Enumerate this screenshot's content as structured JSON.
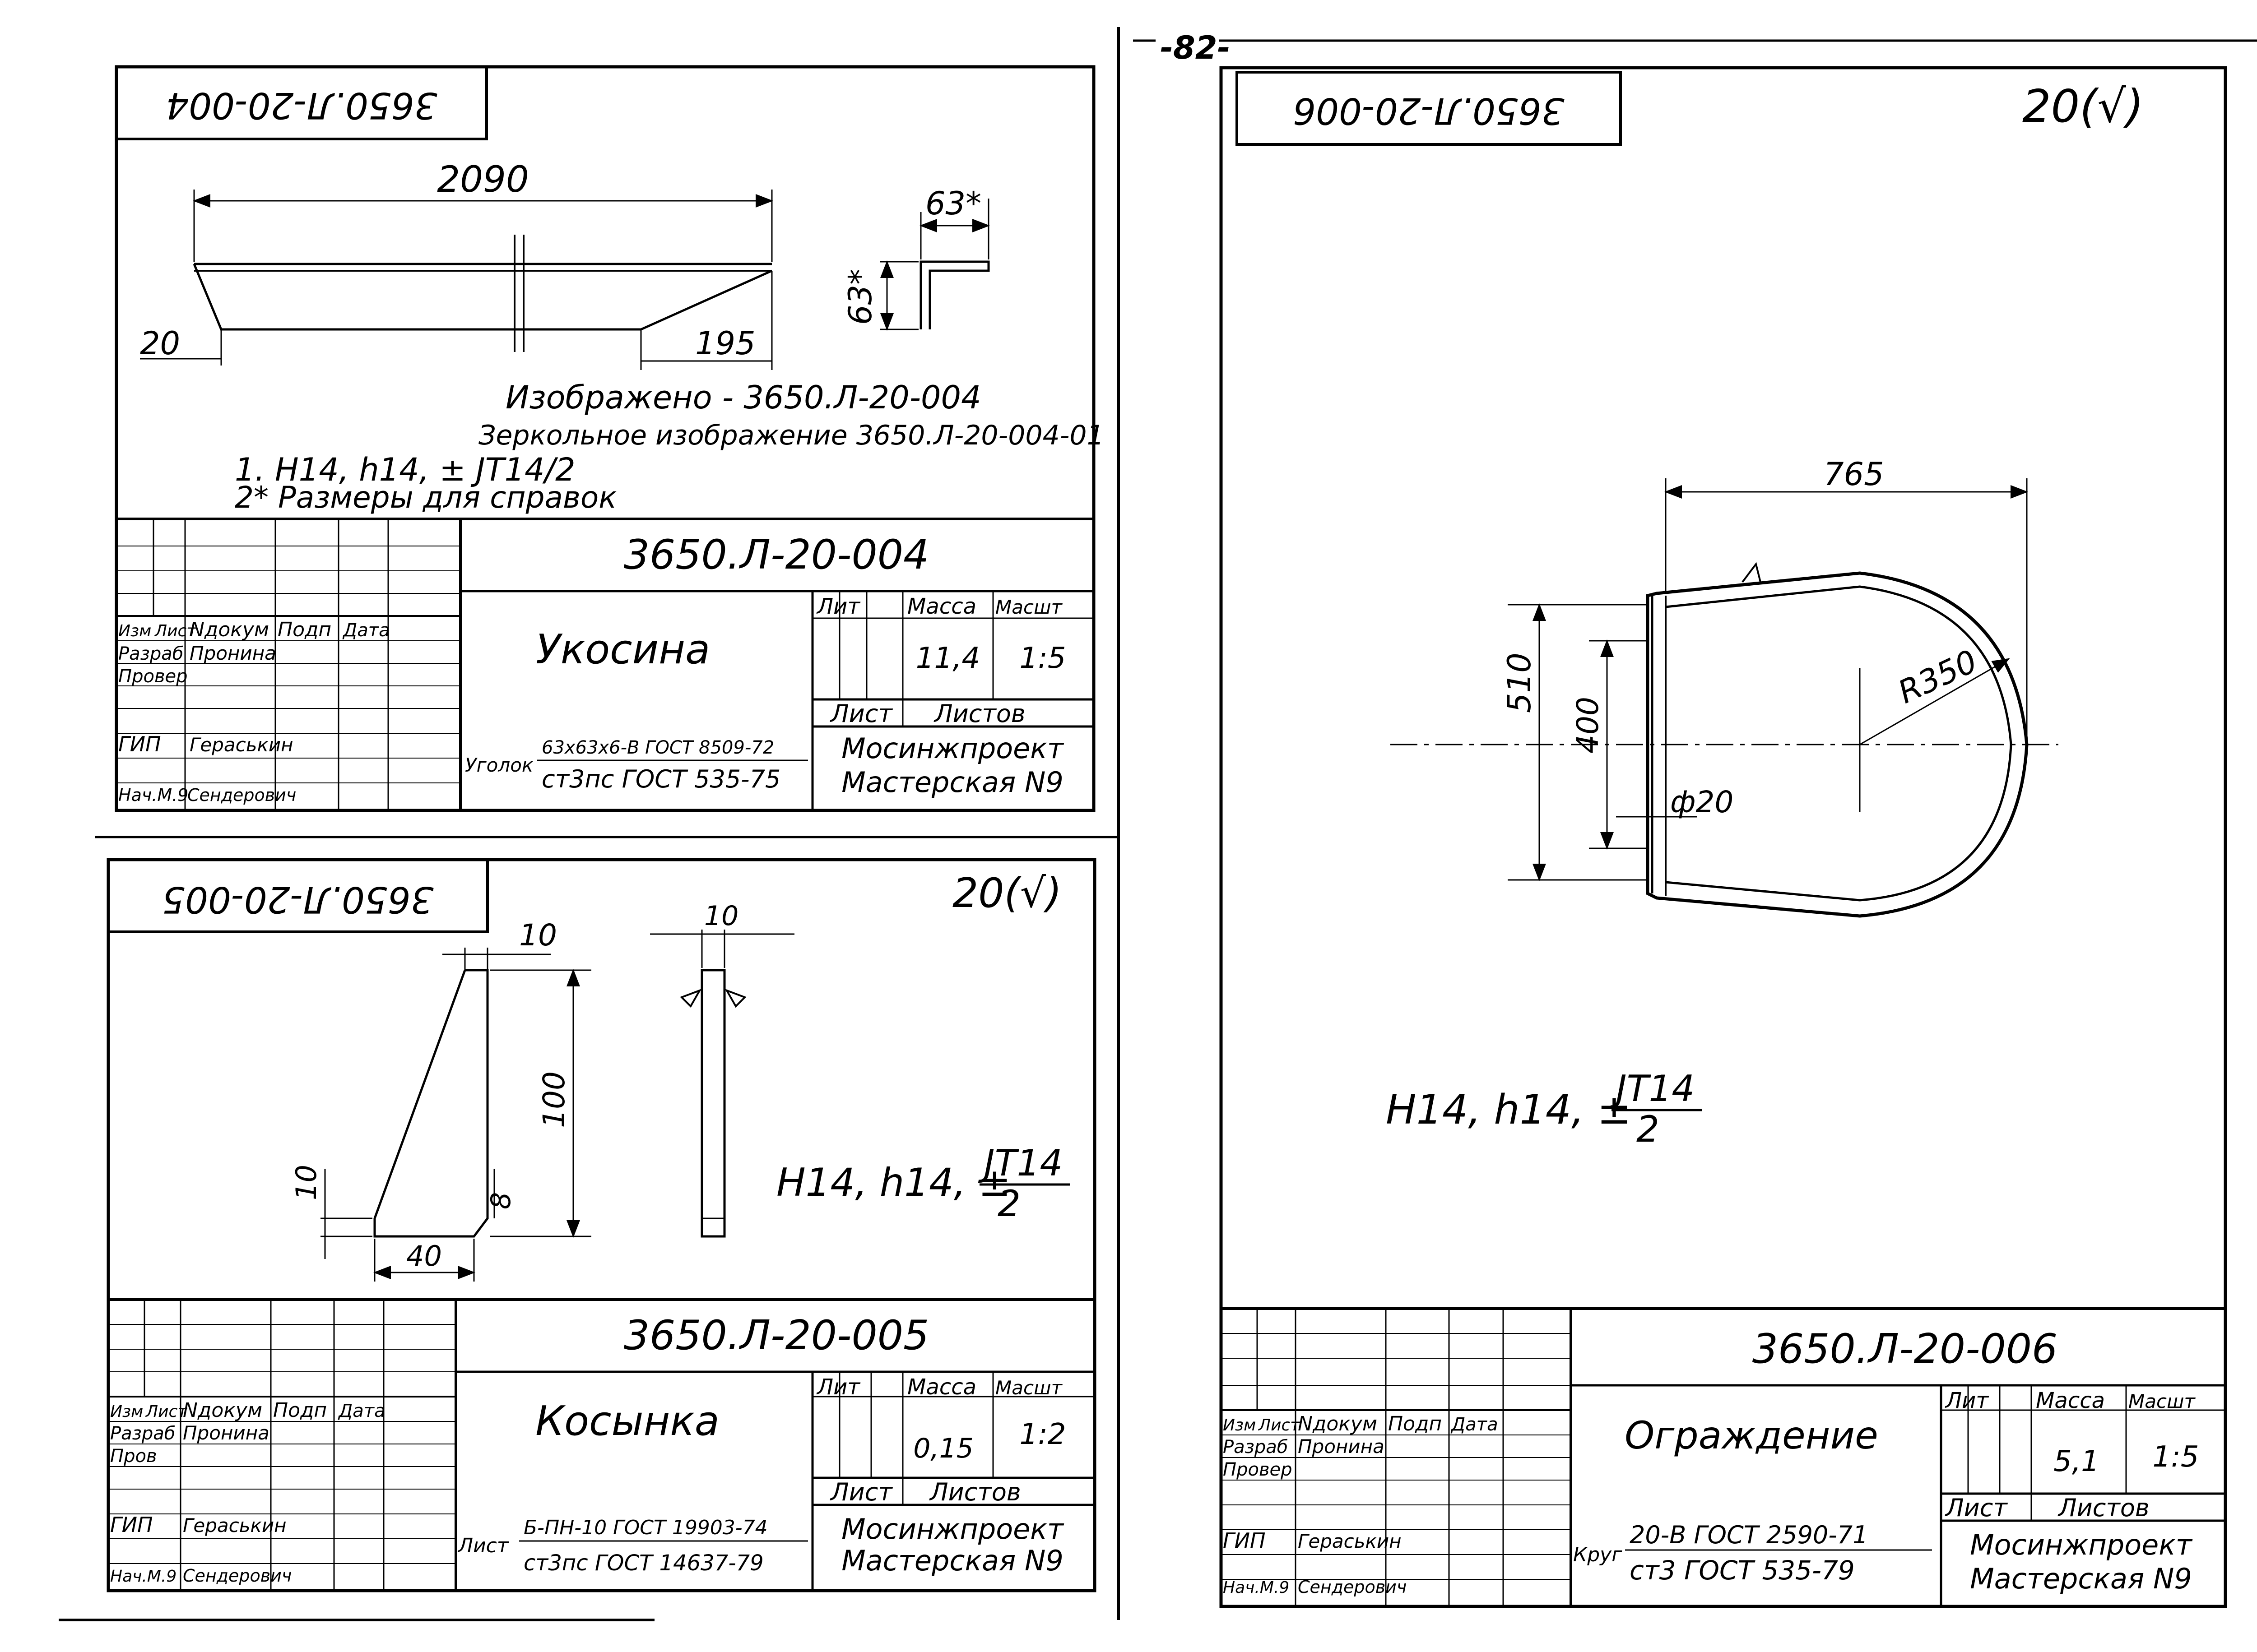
{
  "page": {
    "number": "-82-"
  },
  "sheets": [
    {
      "designation_mirrored": "3650.Л-20-004",
      "title_designation": "3650.Л-20-004",
      "name": "Укосина",
      "dims": {
        "length": "2090",
        "left_bevel": "20",
        "right_bevel": "195",
        "angle_w": "63*",
        "angle_h": "63*"
      },
      "note_image": "Изображено - 3650.Л-20-004",
      "note_mirror": "Зеркольное изображение 3650.Л-20-004-01",
      "note_1": "1. H14, h14, ± JT14/2",
      "note_2": "2* Размеры для справок",
      "headers": {
        "izm": "Изм",
        "list": "Лист",
        "ndoc": "Nдокум",
        "podp": "Подп",
        "data": "Дата",
        "lit": "Лит",
        "massa": "Масса",
        "masht": "Масшт",
        "list2": "Лист",
        "listov": "Листов"
      },
      "roles": [
        {
          "role": "Разраб",
          "name": "Пронина"
        },
        {
          "role": "Провер",
          "name": ""
        },
        {
          "role": "ГИП",
          "name": "Гераськин"
        },
        {
          "role": "Нач.М.9",
          "name": "Сендерович"
        }
      ],
      "mass": "11,4",
      "scale": "1:5",
      "material_label": "Уголок",
      "material_top": "63х63х6-В ГОСТ 8509-72",
      "material_bottom": "ст3пс ГОСТ 535-75",
      "org_1": "Мосинжпроект",
      "org_2": "Мастерская N9"
    },
    {
      "designation_mirrored": "3650.Л-20-005",
      "title_designation": "3650.Л-20-005",
      "name": "Косынка",
      "roughness": "20(√)",
      "dims": {
        "top": "10",
        "height": "100",
        "left": "10",
        "bottom": "40",
        "right": "8",
        "thickness": "10"
      },
      "tolerance_text": "H14, h14, ±",
      "tolerance_num": "JT14",
      "tolerance_den": "2",
      "headers": {
        "izm": "Изм",
        "list": "Лист",
        "ndoc": "Nдокум",
        "podp": "Подп",
        "data": "Дата",
        "lit": "Лит",
        "massa": "Масса",
        "masht": "Масшт",
        "list2": "Лист",
        "listov": "Листов"
      },
      "roles": [
        {
          "role": "Разраб",
          "name": "Пронина"
        },
        {
          "role": "Пров",
          "name": ""
        },
        {
          "role": "ГИП",
          "name": "Гераськин"
        },
        {
          "role": "Нач.М.9",
          "name": "Сендерович"
        }
      ],
      "mass": "0,15",
      "scale": "1:2",
      "material_label": "Лист",
      "material_top": "Б-ПН-10 ГОСТ 19903-74",
      "material_bottom": "ст3пс ГОСТ 14637-79",
      "org_1": "Мосинжпроект",
      "org_2": "Мастерская N9"
    },
    {
      "designation_mirrored": "3650.Л-20-006",
      "title_designation": "3650.Л-20-006",
      "name": "Ограждение",
      "roughness": "20(√)",
      "dims": {
        "width": "765",
        "height": "510",
        "inner": "400",
        "radius": "R350",
        "diameter": "ф20"
      },
      "tolerance_text": "H14, h14, ±",
      "tolerance_num": "JT14",
      "tolerance_den": "2",
      "headers": {
        "izm": "Изм",
        "list": "Лист",
        "ndoc": "Nдокум",
        "podp": "Подп",
        "data": "Дата",
        "lit": "Лит",
        "massa": "Масса",
        "masht": "Масшт",
        "list2": "Лист",
        "listov": "Листов"
      },
      "roles": [
        {
          "role": "Разраб",
          "name": "Пронина"
        },
        {
          "role": "Провер",
          "name": ""
        },
        {
          "role": "ГИП",
          "name": "Гераськин"
        },
        {
          "role": "Нач.М.9",
          "name": "Сендерович"
        }
      ],
      "mass": "5,1",
      "scale": "1:5",
      "material_label": "Круг",
      "material_top": "20-В ГОСТ 2590-71",
      "material_bottom": "ст3 ГОСТ 535-79",
      "org_1": "Мосинжпроект",
      "org_2": "Мастерская N9"
    }
  ]
}
